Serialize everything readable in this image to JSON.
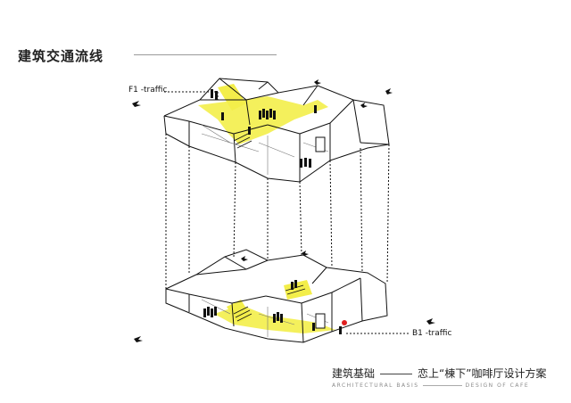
{
  "header": {
    "title": "建筑交通流线"
  },
  "labels": {
    "f1": "F1 -traffic",
    "b1": "B1 -traffic"
  },
  "footer": {
    "cn_left": "建筑基础",
    "cn_right": "恋上“棟下”咖啡厅设计方案",
    "en_left": "ARCHITECTURAL BASIS",
    "en_right": "DESIGN OF CAFE"
  },
  "colors": {
    "traffic": "#f3ee4a",
    "line": "#111111",
    "accent": "#e02020"
  },
  "icons": [
    "bird-icon",
    "person-icon"
  ]
}
